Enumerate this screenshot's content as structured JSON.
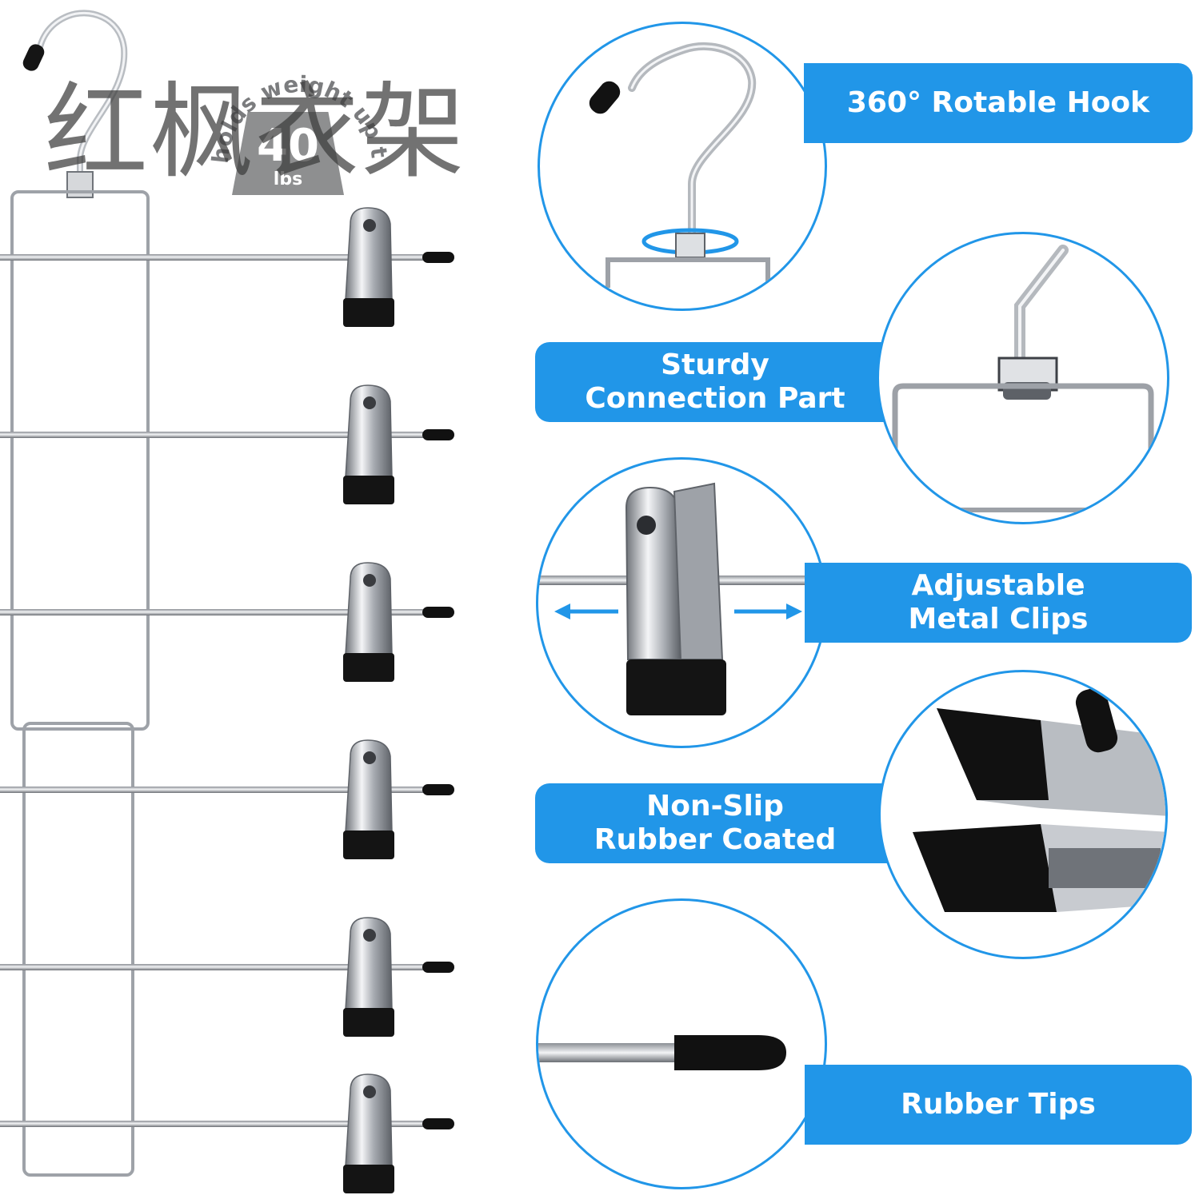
{
  "badge": {
    "arc_text": "holds weight up to",
    "number": "40",
    "unit": "lbs"
  },
  "watermark": "红枫衣架",
  "features": [
    {
      "label_lines": [
        "360° Rotable Hook"
      ],
      "icon": "rotating-hook-closeup"
    },
    {
      "label_lines": [
        "Sturdy",
        "Connection Part"
      ],
      "icon": "connection-part-closeup"
    },
    {
      "label_lines": [
        "Adjustable",
        "Metal Clips"
      ],
      "icon": "sliding-clip-closeup"
    },
    {
      "label_lines": [
        "Non-Slip",
        "Rubber Coated"
      ],
      "icon": "rubber-jaw-closeup"
    },
    {
      "label_lines": [
        "Rubber Tips"
      ],
      "icon": "rubber-tip-closeup"
    }
  ],
  "colors": {
    "accent": "#2196e8",
    "chrome": "#c9ccd0",
    "rubber": "#111111",
    "badge": "#8e8f90"
  }
}
